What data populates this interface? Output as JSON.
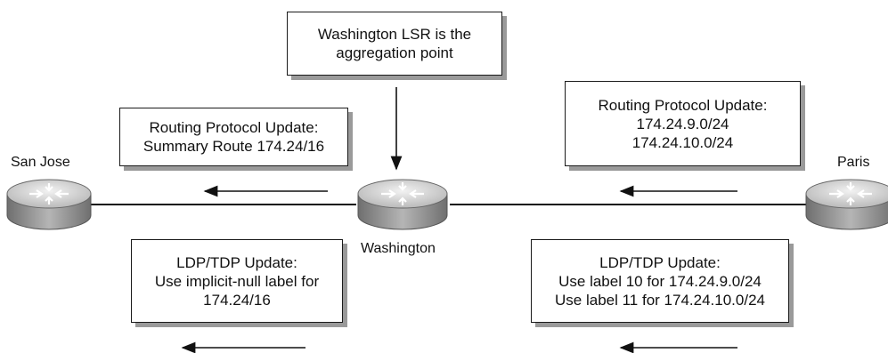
{
  "nodes": {
    "san_jose": "San Jose",
    "washington": "Washington",
    "paris": "Paris"
  },
  "boxes": {
    "aggregation": [
      "Washington LSR is the",
      "aggregation point"
    ],
    "routing_left": [
      "Routing Protocol Update:",
      "Summary Route 174.24/16"
    ],
    "routing_right": [
      "Routing Protocol Update:",
      "174.24.9.0/24",
      "174.24.10.0/24"
    ],
    "ldp_left": [
      "LDP/TDP Update:",
      "Use implicit-null label for",
      "174.24/16"
    ],
    "ldp_right": [
      "LDP/TDP Update:",
      "Use label 10 for 174.24.9.0/24",
      "Use label 11 for 174.24.10.0/24"
    ]
  },
  "colors": {
    "router_top": "#d8d8d8",
    "router_side": "#8a8a8a",
    "shadow": "#9a9a9a"
  }
}
